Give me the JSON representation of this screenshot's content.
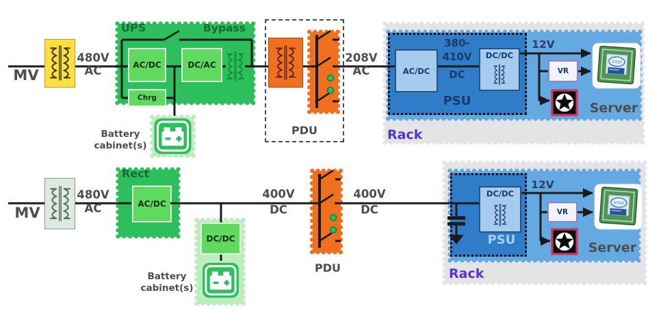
{
  "rows": [
    {
      "source_label": "MV",
      "feed_voltage": "480V",
      "feed_type": "AC",
      "ups": {
        "title": "UPS",
        "bypass_label": "Bypass",
        "rectifier": "AC/DC",
        "inverter": "DC/AC",
        "charger": "Chrg"
      },
      "battery_label_1": "Battery",
      "battery_label_2": "cabinet(s)",
      "pdu_label": "PDU",
      "dist_voltage": "208V",
      "dist_type": "AC",
      "rack": {
        "label": "Rack",
        "psu_label": "PSU",
        "psu_input": "AC/DC",
        "dc_bus_1": "380-",
        "dc_bus_2": "410V",
        "dc_bus_3": "DC",
        "psu_output": "DC/DC",
        "rail_label": "12V",
        "vr_label": "VR",
        "server_label": "Server"
      }
    },
    {
      "source_label": "MV",
      "feed_voltage": "480V",
      "feed_type": "AC",
      "rectifier_block": {
        "title": "Rect",
        "stage": "AC/DC"
      },
      "battery_dcdc": "DC/DC",
      "battery_label_1": "Battery",
      "battery_label_2": "cabinet(s)",
      "bus_voltage": "400V",
      "bus_type": "DC",
      "pdu_label": "PDU",
      "dist_voltage": "400V",
      "dist_type": "DC",
      "rack": {
        "label": "Rack",
        "psu_label": "PSU",
        "psu_output": "DC/DC",
        "rail_label": "12V",
        "vr_label": "VR",
        "server_label": "Server"
      }
    }
  ],
  "colors": {
    "ups_green": "#2EBF5D",
    "converter_green": "#5FDA5F",
    "battery_stamp_green": "#BDECBD",
    "orange": "#F1701F",
    "yellow": "#FFDF40",
    "pale_transformer": "#DFEADF",
    "rack_gray": "#E4E4E4",
    "rack_blue": "#64A9E2",
    "psu_blue": "#2F7CC9",
    "box_blue": "#A5CBEE",
    "navy_text": "#1A3B69",
    "green_text": "#156B35",
    "purple_text": "#5633D1",
    "gray_text": "#4D4D4D",
    "fan_border": "#D23060",
    "wire": "#1A1A1A"
  }
}
